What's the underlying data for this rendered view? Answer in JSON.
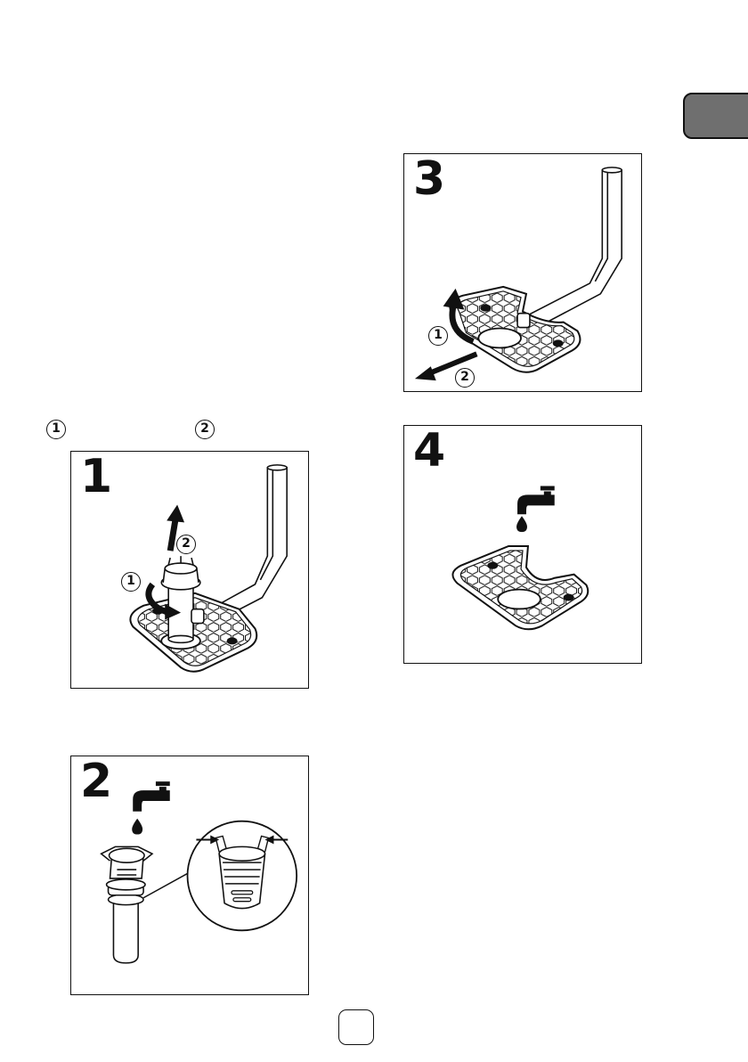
{
  "legend": {
    "step1_marker": "1",
    "step2_marker": "2"
  },
  "panels": [
    {
      "number": "1",
      "markers": [
        "1",
        "2"
      ]
    },
    {
      "number": "2"
    },
    {
      "number": "3",
      "markers": [
        "1",
        "2"
      ]
    },
    {
      "number": "4"
    }
  ],
  "colors": {
    "tab": "#6f6f6f",
    "line": "#111111",
    "hex_dot": "#111111"
  },
  "icons": [
    "faucet-icon",
    "water-drop-icon",
    "arrow-icon",
    "magnifier-circle-icon",
    "filter-mat-icon",
    "filter-cylinder-icon",
    "spray-arm-tube-icon"
  ],
  "page_number": ""
}
